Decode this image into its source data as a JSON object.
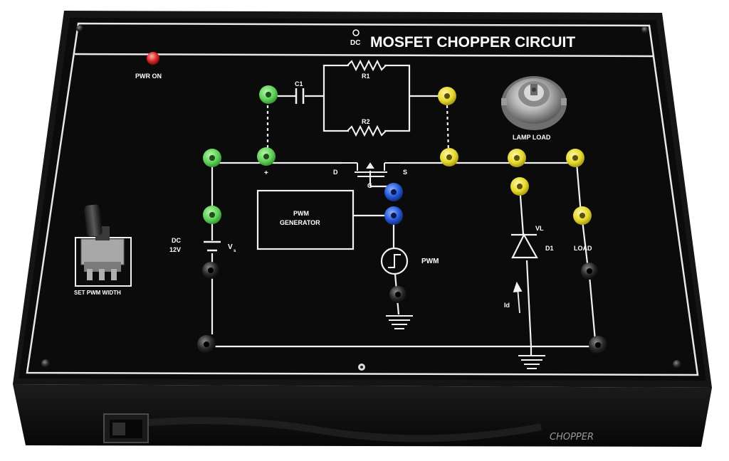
{
  "panel": {
    "logo": "DC",
    "title": "MOSFET CHOPPER CIRCUIT",
    "case_label": "CHOPPER",
    "colors": {
      "panel": "#0b0b0b",
      "case": "#111111",
      "line": "#f2f2f2",
      "led": "#e0262a",
      "green_terminal": "#5fd15a",
      "yellow_terminal": "#e6d92c",
      "blue_terminal": "#2456d6",
      "black_terminal": "#2a2a2a"
    }
  },
  "labels": {
    "pwr_on": "PWR ON",
    "set_pwm_width": "SET PWM WIDTH",
    "dc": "DC",
    "v12": "12V",
    "vs": "V",
    "vs_sub": "s",
    "c1": "C1",
    "r1": "R1",
    "r2": "R2",
    "d": "D",
    "s": "S",
    "g": "G",
    "pwm_gen_1": "PWM",
    "pwm_gen_2": "GENERATOR",
    "pwm": "PWM",
    "lamp_load": "LAMP LOAD",
    "vl": "VL",
    "d1": "D1",
    "load": "LOAD",
    "id": "Id",
    "plus": "+"
  },
  "icons": [
    "power-led-icon",
    "potentiometer-knob-icon",
    "lamp-socket-icon",
    "battery-symbol-icon",
    "capacitor-symbol-icon",
    "resistor-symbol-icon",
    "mosfet-symbol-icon",
    "diode-symbol-icon",
    "ground-symbol-icon",
    "pwm-waveform-icon",
    "power-switch-icon",
    "screw-icon"
  ]
}
